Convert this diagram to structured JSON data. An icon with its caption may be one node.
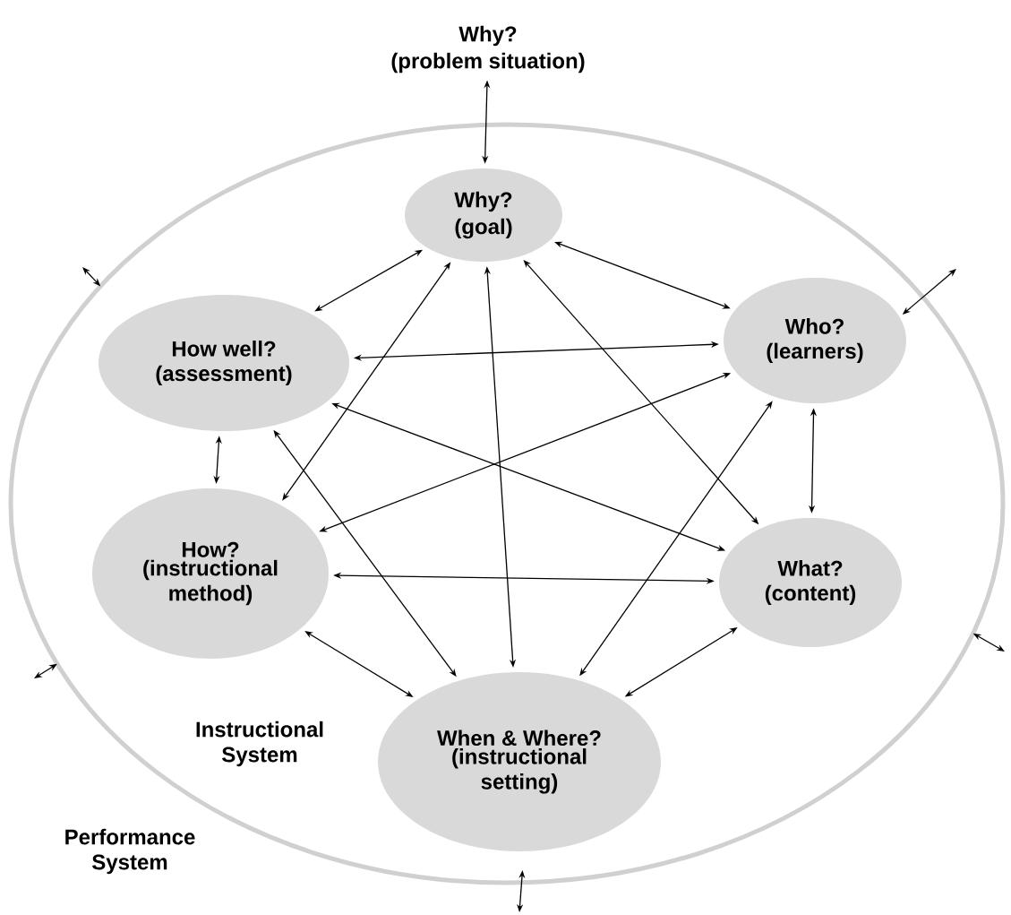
{
  "diagram": {
    "nodes": [
      {
        "text": [
          "Instructional System"
        ]
      },
      {
        "text": [
          "Why?",
          "(goal)"
        ],
        "in": 0
      },
      {
        "text": [
          "Who?",
          "(learners)"
        ],
        "in": 0
      },
      {
        "text": [
          "What?",
          "(content)"
        ],
        "in": 0
      },
      {
        "text": [
          "When & Where?",
          "(instructional setting)"
        ],
        "in": 0
      },
      {
        "text": [
          "How?",
          "(instructional method)"
        ],
        "in": 0
      },
      {
        "text": [
          "How well?",
          "(assessment)"
        ],
        "in": 0
      },
      {
        "text": [
          "Why?",
          "(problem situation)"
        ]
      }
    ],
    "edges": [
      {
        "from": 7,
        "to": 1,
        "arrow": "both"
      },
      {
        "from": 1,
        "to": 2,
        "arrow": "both"
      },
      {
        "from": 1,
        "to": 6,
        "arrow": "both"
      },
      {
        "from": 1,
        "to": 3,
        "arrow": "both"
      },
      {
        "from": 1,
        "to": 4,
        "arrow": "both"
      },
      {
        "from": 1,
        "to": 5,
        "arrow": "both"
      },
      {
        "from": 6,
        "to": 2,
        "arrow": "both"
      },
      {
        "from": 6,
        "to": 3,
        "arrow": "both"
      },
      {
        "from": 6,
        "to": 4,
        "arrow": "both"
      },
      {
        "from": 6,
        "to": 5,
        "arrow": "both"
      },
      {
        "from": 2,
        "to": 3,
        "arrow": "both"
      },
      {
        "from": 2,
        "to": 5,
        "arrow": "both"
      },
      {
        "from": 2,
        "to": 4,
        "arrow": "both"
      },
      {
        "from": 5,
        "to": 3,
        "arrow": "both"
      },
      {
        "from": 5,
        "to": 4,
        "arrow": "both"
      },
      {
        "from": 4,
        "to": 3,
        "arrow": "both"
      },
      {
        "from": 0,
        "to": null,
        "arrow": "both"
      },
      {
        "from": 0,
        "to": null,
        "arrow": "both"
      },
      {
        "from": 0,
        "to": null,
        "arrow": "both"
      },
      {
        "from": 0,
        "to": null,
        "arrow": "both"
      },
      {
        "from": 0,
        "to": null,
        "arrow": "both"
      }
    ],
    "labels": [
      "Performance System"
    ]
  }
}
